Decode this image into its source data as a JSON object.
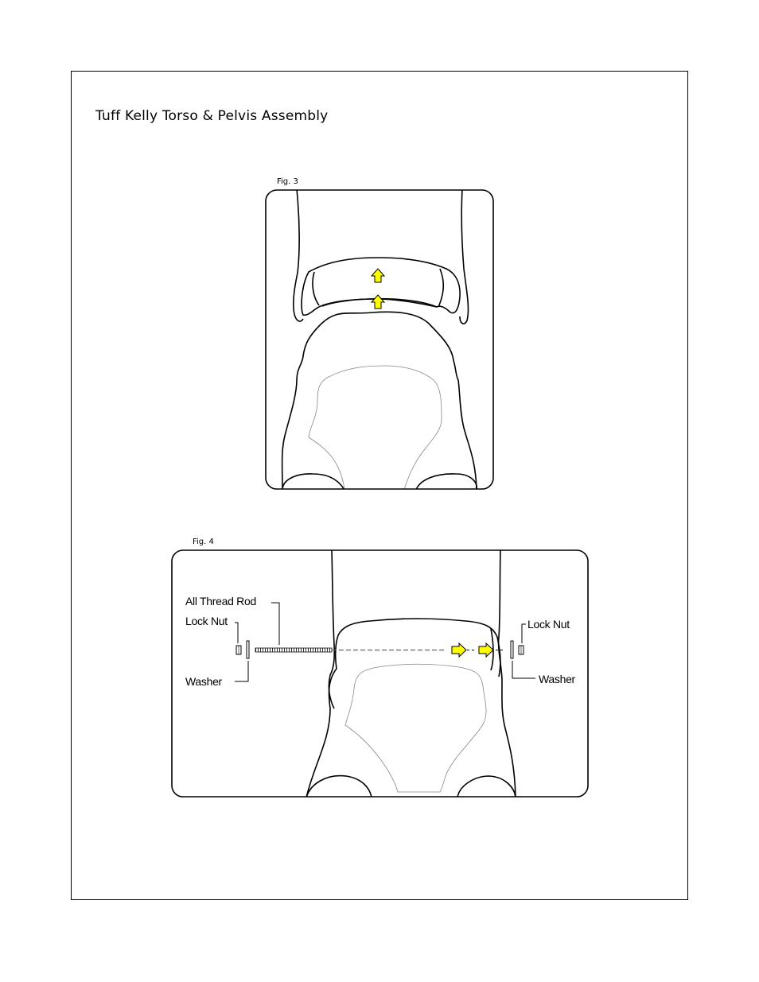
{
  "title": "Tuff Kelly Torso & Pelvis Assembly",
  "figures": {
    "fig3": {
      "label": "Fig. 3"
    },
    "fig4": {
      "label": "Fig. 4",
      "callouts": {
        "rod": "All Thread Rod",
        "lock_nut_left": "Lock Nut",
        "washer_left": "Washer",
        "lock_nut_right": "Lock  Nut",
        "washer_right": "Washer"
      }
    }
  },
  "colors": {
    "arrow_fill": "#ffff00",
    "outline": "#000000",
    "inner_line": "#888888"
  },
  "icons": [
    "up-arrow-icon",
    "right-arrow-icon",
    "lock-nut-icon",
    "washer-icon",
    "thread-rod-icon"
  ]
}
